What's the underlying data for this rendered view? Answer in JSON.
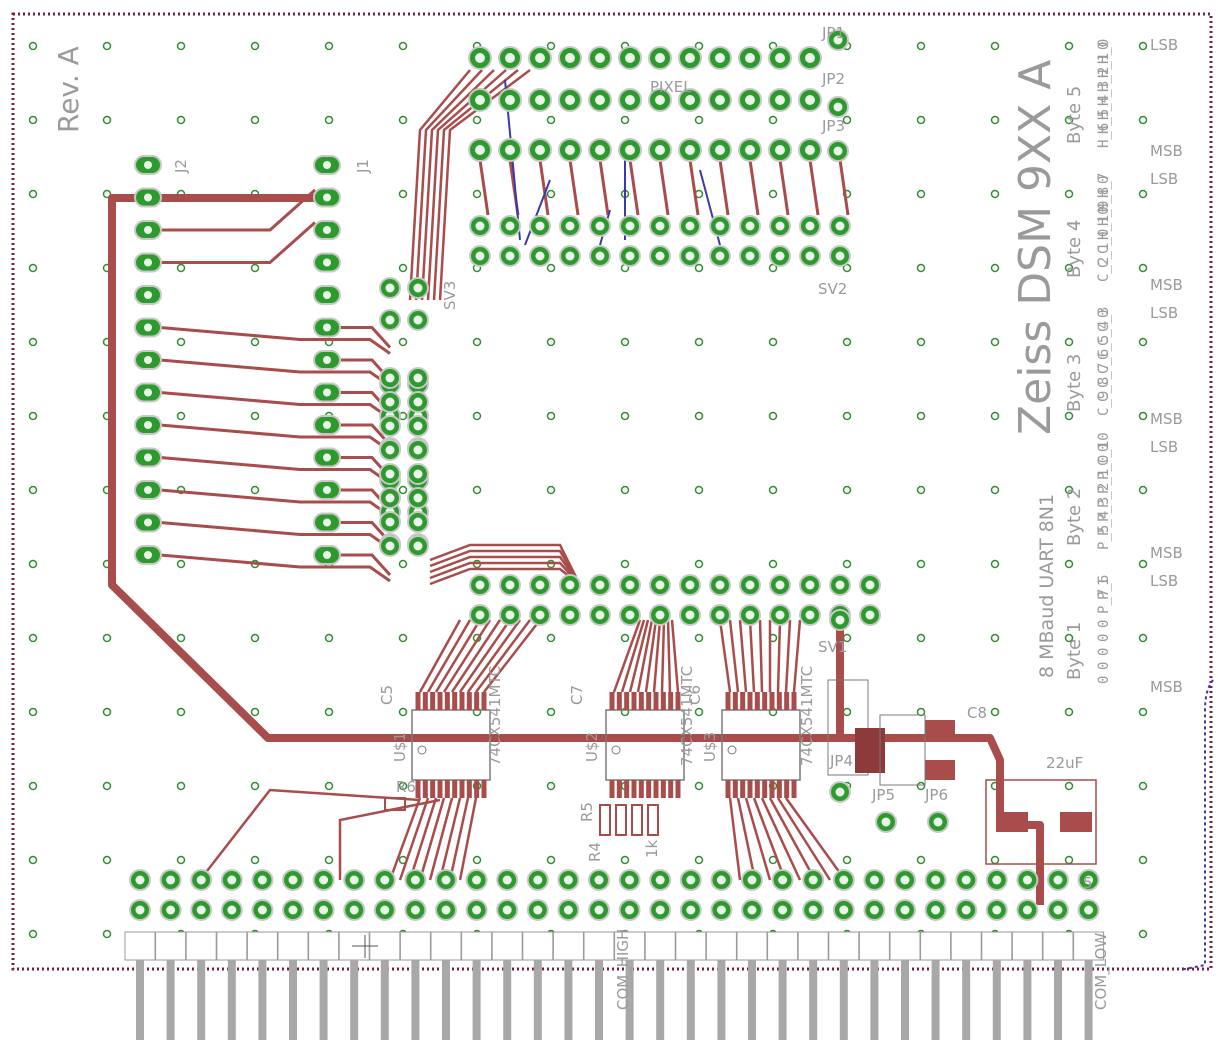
{
  "board": {
    "revision": "Rev. A",
    "title": "Zeiss DSM 9XX A",
    "subtitle": "8 MBaud UART 8N1"
  },
  "bytes": [
    {
      "name": "Byte 5",
      "lsb": "LSB",
      "msb": "MSB",
      "bits": [
        "0",
        "H_0",
        "H_1",
        "H_2",
        "H_3",
        "H_4",
        "H_5",
        "H_6"
      ]
    },
    {
      "name": "Byte 4",
      "lsb": "LSB",
      "msb": "MSB",
      "bits": [
        "0",
        "H_7",
        "H_8",
        "H_9",
        "H_10",
        "C_0",
        "C_1",
        "C_2"
      ]
    },
    {
      "name": "Byte 3",
      "lsb": "LSB",
      "msb": "MSB",
      "bits": [
        "0",
        "C_3",
        "C_4",
        "C_5",
        "C_6",
        "C_7",
        "C_8",
        "C_9"
      ]
    },
    {
      "name": "Byte 2",
      "lsb": "LSB",
      "msb": "MSB",
      "bits": [
        "0",
        "C_10",
        "P_0",
        "P_1",
        "P_2",
        "P_3",
        "P_4",
        "P_5"
      ]
    },
    {
      "name": "Byte 1",
      "lsb": "LSB",
      "msb": "MSB",
      "bits": [
        "1",
        "P_6",
        "P_7",
        "0",
        "0",
        "0",
        "0",
        "0"
      ]
    }
  ],
  "refdes": {
    "j1": "J1",
    "j2": "J2",
    "jp1": "JP1",
    "jp2": "JP2",
    "jp3": "JP3",
    "jp4": "JP4",
    "jp5": "JP5",
    "jp6": "JP6",
    "sv1": "SV1",
    "sv2": "SV2",
    "sv3": "SV3",
    "pixel": "PIXEL",
    "c5": "C5",
    "c6": "C6",
    "c7": "C7",
    "c8": "C8",
    "r4": "R4",
    "r5": "R5",
    "r6": "R6",
    "u1": "U$1",
    "u2": "U$2",
    "u3": "U$3",
    "ic1": "74CX541MTC",
    "ic2": "74CX541MTC",
    "ic3": "74CX541MTC",
    "res1k": "1k",
    "cap22": "22uF",
    "c5b": "5",
    "com_high": "COM_HIGH",
    "com_low": "COM_LOW"
  },
  "colors": {
    "trace": "#a84c4c",
    "trace_dark": "#8c3a3a",
    "via": "#2f8f2f",
    "pad": "#2d9a2d",
    "blue": "#3a3aa8",
    "border": "#7a1f3a",
    "silk": "#9a9a9a"
  }
}
